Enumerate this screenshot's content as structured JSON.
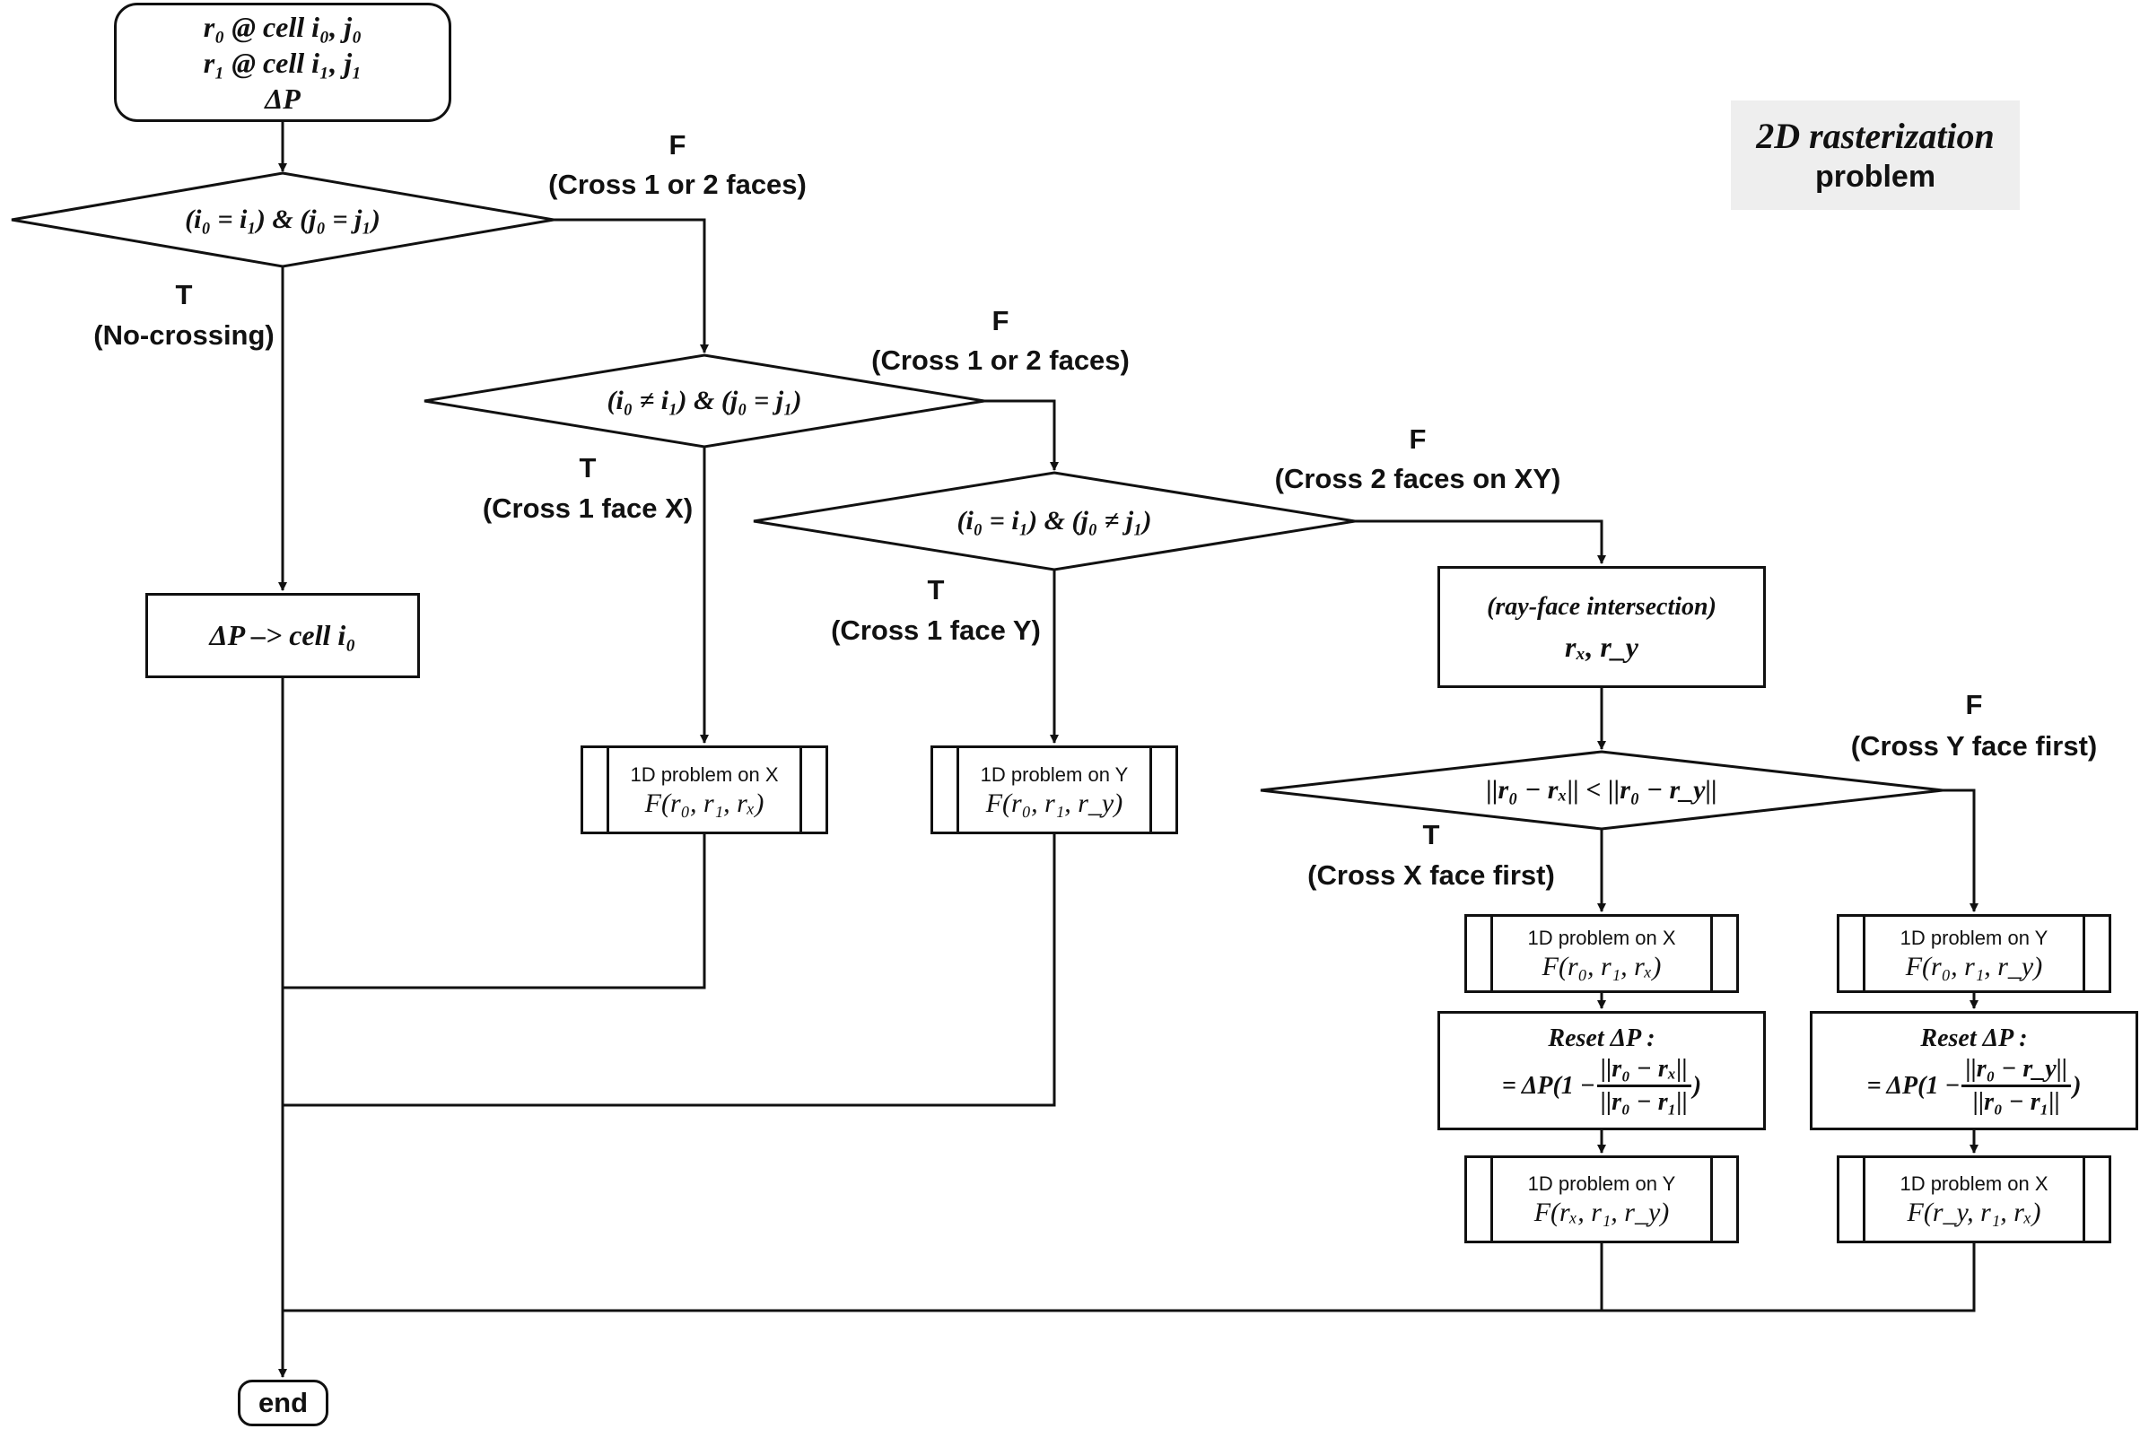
{
  "title": {
    "line1": "2D rasterization",
    "line2": "problem"
  },
  "start": {
    "line1": "r₀ @ cell i₀, j₀",
    "line2": "r₁ @ cell i₁, j₁",
    "line3": "ΔP"
  },
  "decision1": {
    "condition": "(i₀ = i₁) & (j₀ = j₁)",
    "true_label": "T",
    "true_note": "(No-crossing)",
    "false_label": "F",
    "false_note": "(Cross 1 or 2 faces)"
  },
  "decision2": {
    "condition": "(i₀ ≠ i₁) & (j₀ = j₁)",
    "true_label": "T",
    "true_note": "(Cross 1 face X)",
    "false_label": "F",
    "false_note": "(Cross 1 or 2 faces)"
  },
  "decision3": {
    "condition": "(i₀ = i₁) & (j₀ ≠ j₁)",
    "true_label": "T",
    "true_note": "(Cross 1 face Y)",
    "false_label": "F",
    "false_note": "(Cross 2 faces on XY)"
  },
  "assign_box": {
    "text": "ΔP  –> cell i₀"
  },
  "intersection_box": {
    "line1": "(ray-face intersection)",
    "line2": "rₓ, r_y"
  },
  "decision4": {
    "condition": "||r₀ − rₓ|| < ||r₀ − r_y||",
    "true_label": "T",
    "true_note": "(Cross X face first)",
    "false_label": "F",
    "false_note": "(Cross Y face first)"
  },
  "sub_x1": {
    "title": "1D problem on X",
    "fn": "F(r₀, r₁, rₓ)"
  },
  "sub_y1": {
    "title": "1D problem on Y",
    "fn": "F(r₀, r₁, r_y)"
  },
  "sub_x2": {
    "title": "1D problem on X",
    "fn": "F(r₀, r₁, rₓ)"
  },
  "sub_y2": {
    "title": "1D problem on Y",
    "fn": "F(r₀, r₁, r_y)"
  },
  "reset_left": {
    "title": "Reset ΔP :",
    "prefix": "= ΔP(1 −",
    "num": "||r₀ − rₓ||",
    "den": "||r₀ − r₁||",
    "suffix": ")"
  },
  "reset_right": {
    "title": "Reset ΔP :",
    "prefix": "= ΔP(1 −",
    "num": "||r₀ − r_y||",
    "den": "||r₀ − r₁||",
    "suffix": ")"
  },
  "sub_y3": {
    "title": "1D problem on Y",
    "fn": "F(rₓ, r₁, r_y)"
  },
  "sub_x3": {
    "title": "1D problem on X",
    "fn": "F(r_y, r₁, rₓ)"
  },
  "end": {
    "text": "end"
  }
}
